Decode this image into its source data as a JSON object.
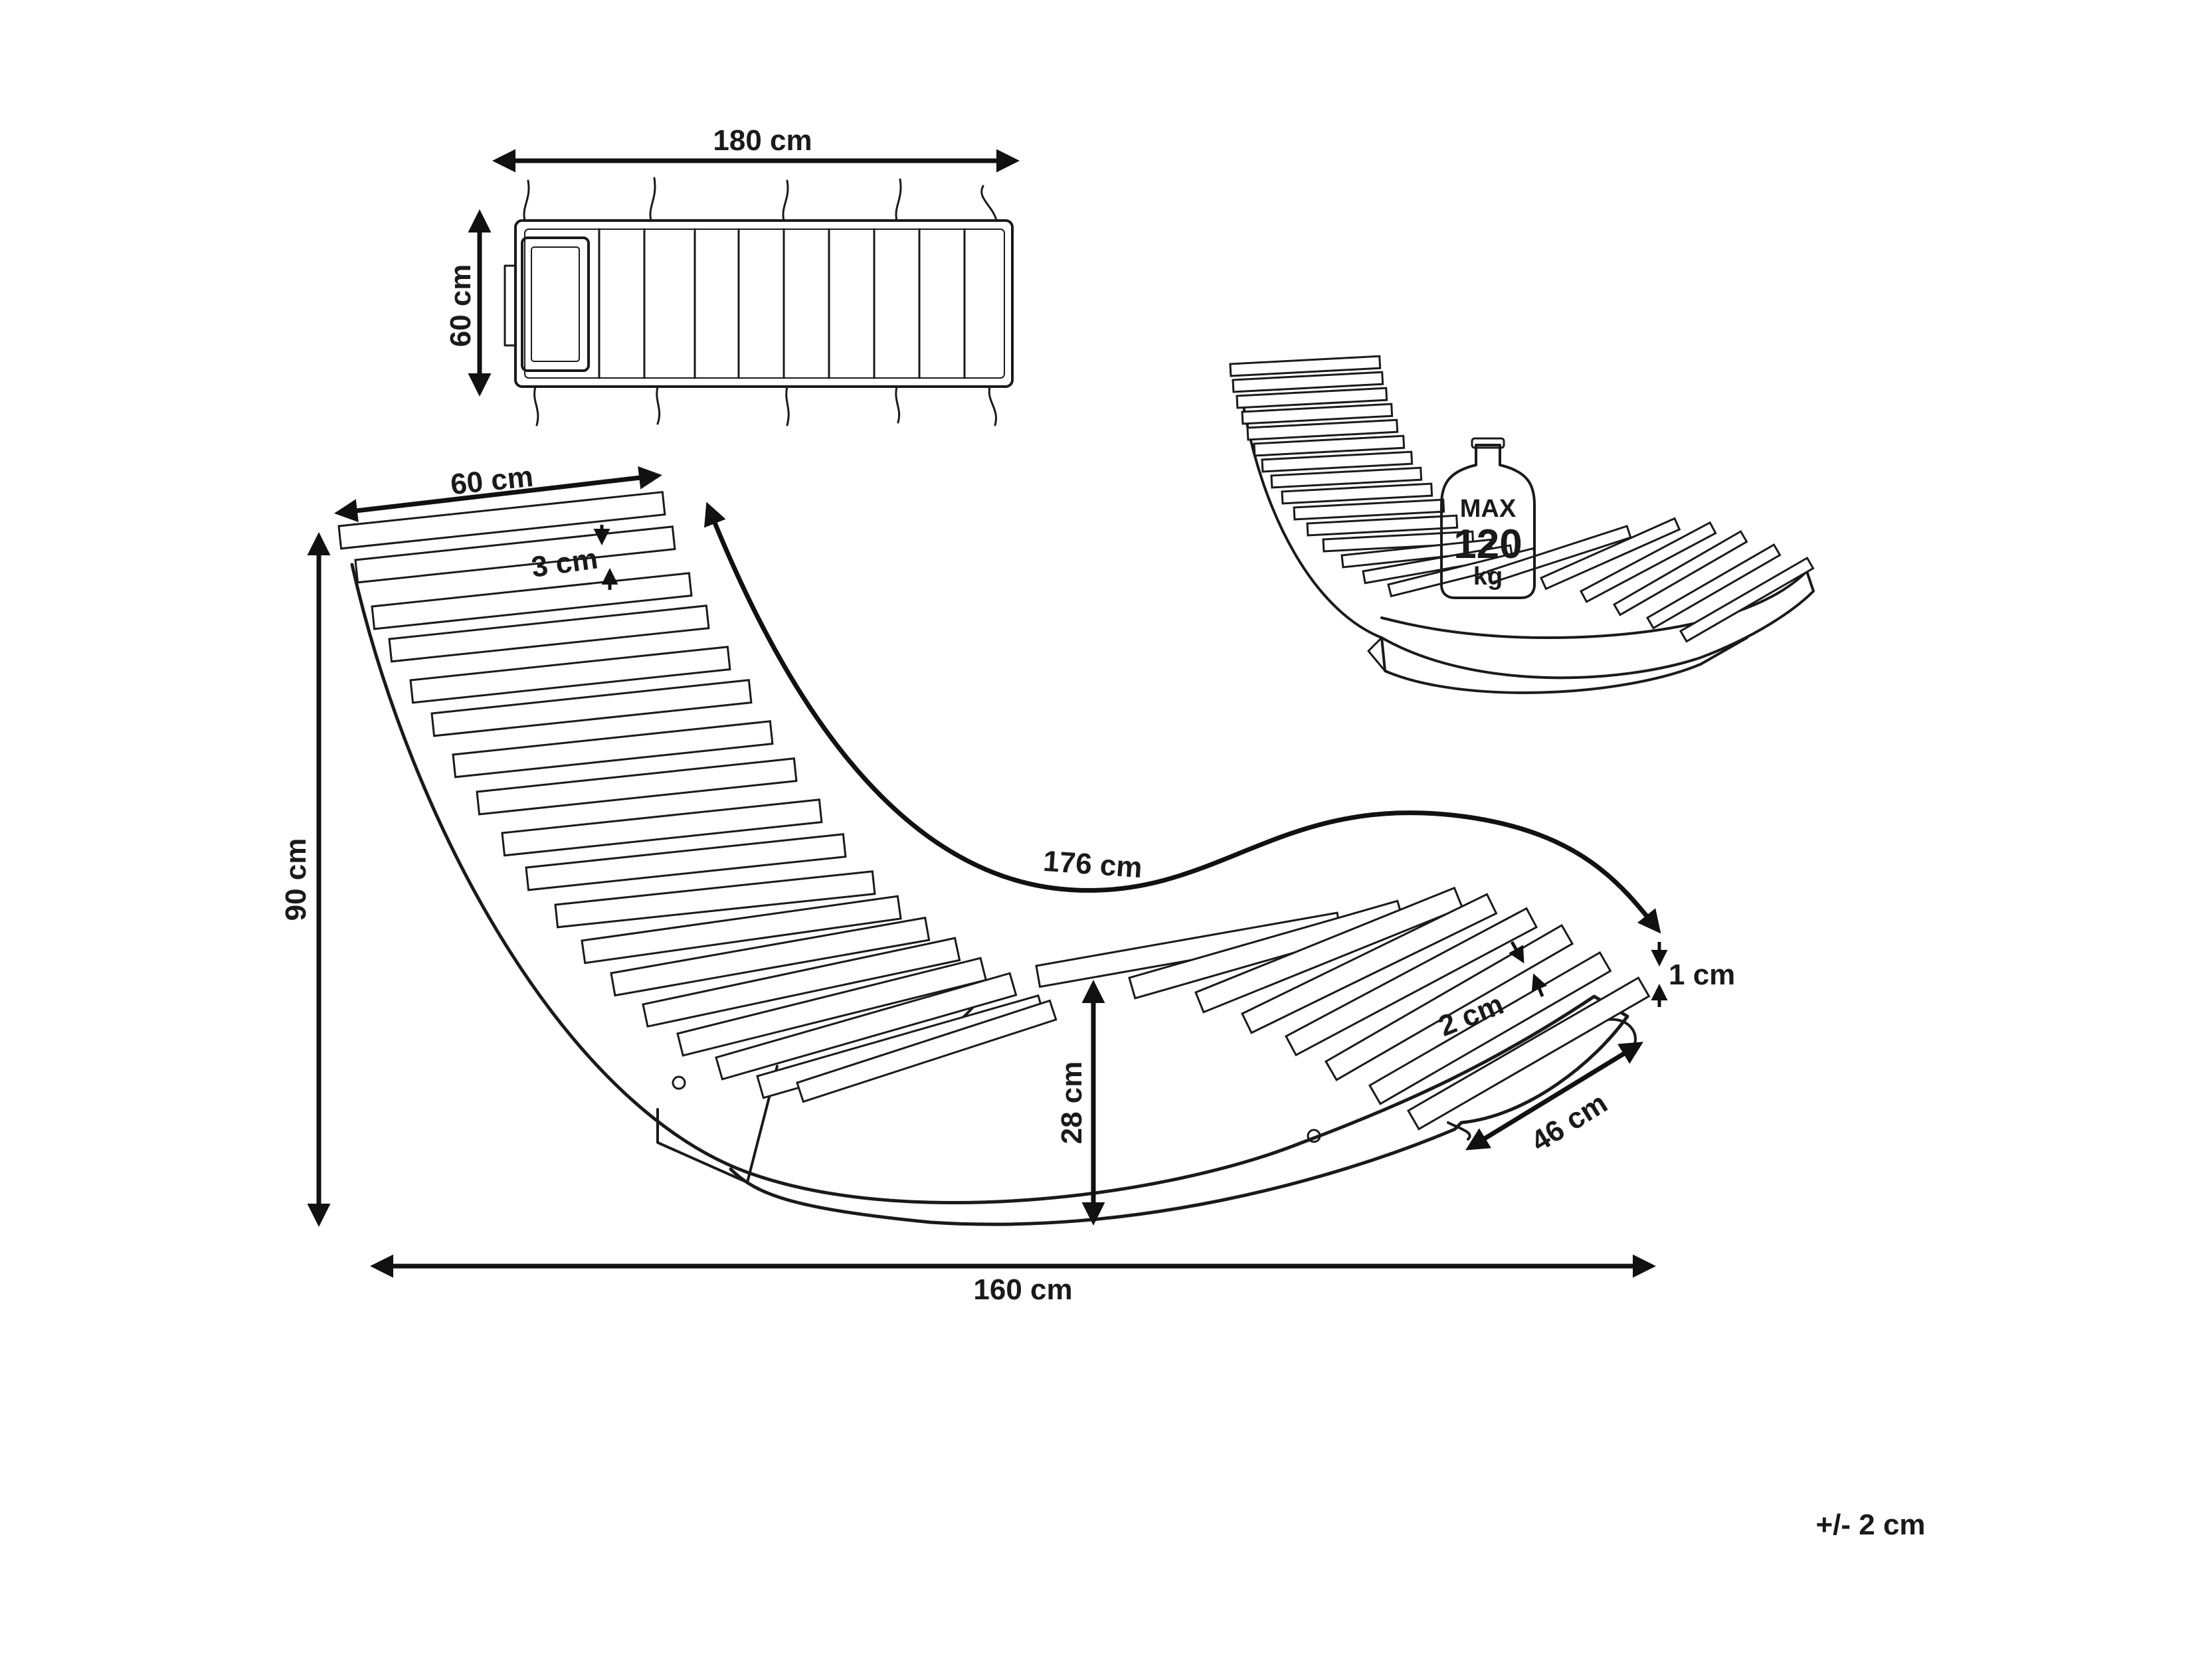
{
  "diagram": {
    "cushion_top_view": {
      "length_label": "180 cm",
      "width_label": "60 cm"
    },
    "lounger_side_view": {
      "slat_width_label": "60 cm",
      "slat_thickness_label": "3 cm",
      "height_label": "90 cm",
      "curve_length_label": "176 cm",
      "gap_label": "1 cm",
      "slat_spacing_label": "2 cm",
      "seat_height_label": "28 cm",
      "base_width_label": "46 cm",
      "overall_length_label": "160 cm"
    },
    "capacity_badge": {
      "line1": "MAX",
      "line2": "120",
      "line3": "kg"
    },
    "tolerance_note": "+/- 2 cm"
  }
}
